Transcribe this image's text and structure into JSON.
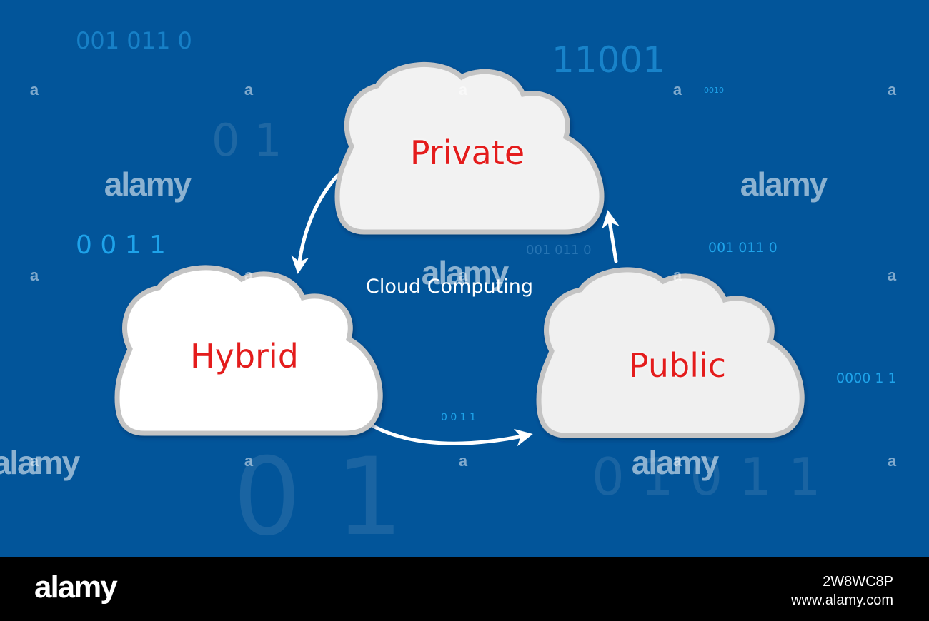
{
  "diagram": {
    "center_label": "Cloud Computing",
    "nodes": [
      {
        "id": "private",
        "label": "Private"
      },
      {
        "id": "hybrid",
        "label": "Hybrid"
      },
      {
        "id": "public",
        "label": "Public"
      }
    ],
    "edges": [
      {
        "from": "private",
        "to": "hybrid"
      },
      {
        "from": "hybrid",
        "to": "public"
      },
      {
        "from": "public",
        "to": "private"
      }
    ]
  },
  "background_digits": [
    "001 011 0",
    "11001",
    "0 1",
    "0010",
    "0 0 1 1",
    "001 011 0",
    "001 011 0",
    "0000 1 1",
    "0 0 1 1",
    "0 1",
    "0 1 0 1 1"
  ],
  "watermark": {
    "text": "alamy",
    "footer_logo": "alamy",
    "image_id": "2W8WC8P",
    "site": "www.alamy.com"
  },
  "colors": {
    "background": "#02559a",
    "cloud_fill": "#f2f2f2",
    "cloud_edge": "#c4c4c4",
    "node_label": "#e41a1a",
    "digits_bright": "#1ea3ea",
    "digits_dim": "#2875b0",
    "arrow": "#ffffff",
    "footer": "#000000"
  }
}
